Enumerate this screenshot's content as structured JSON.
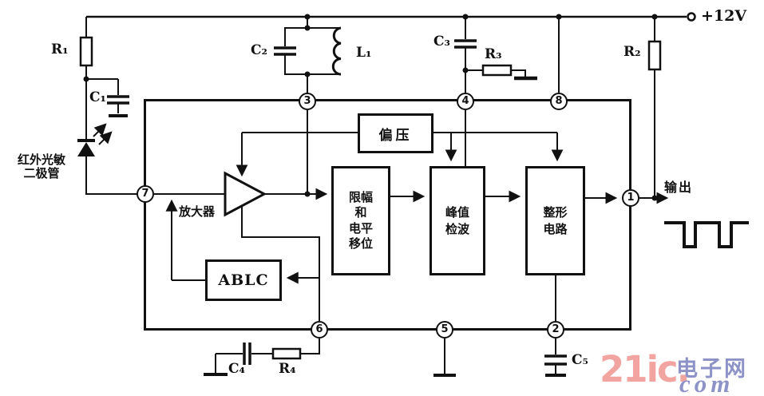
{
  "power_label": "+12V",
  "output_label": "输出",
  "photodiode_label": "红外光敏\n二极管",
  "components": {
    "r1": "R₁",
    "c1": "C₁",
    "c2": "C₂",
    "l1": "L₁",
    "c3": "C₃",
    "r3": "R₃",
    "r2": "R₂",
    "c4": "C₄",
    "r4": "R₄",
    "c5": "C₅"
  },
  "blocks": {
    "bias": "偏压",
    "amplifier": "放大器",
    "limiter": "限幅\n和\n电平\n移位",
    "peak_detector": "峰值\n检波",
    "shaper": "整形\n电路",
    "ablc": "ABLC"
  },
  "pins": {
    "p1": "1",
    "p2": "2",
    "p3": "3",
    "p4": "4",
    "p5": "5",
    "p6": "6",
    "p7": "7",
    "p8": "8"
  },
  "watermark": {
    "brand": "21ic.",
    "site_name": "电子网",
    "domain": "com"
  },
  "colors": {
    "ink": "#111111",
    "watermark_pink": "#f2a4a0",
    "watermark_purple": "#8d92c7"
  }
}
